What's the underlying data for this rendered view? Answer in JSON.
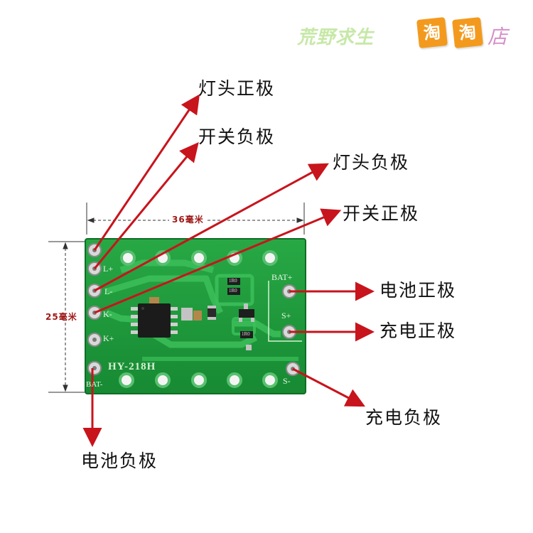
{
  "watermark": {
    "text": "荒野求生",
    "box1": "淘",
    "box2": "淘",
    "tail": "店"
  },
  "dimensions": {
    "width": "36毫米",
    "height": "25毫米"
  },
  "board": {
    "model": "HY-218H",
    "silk_bat_plus": "BAT+",
    "silk_s_plus": "S+",
    "silk_s_minus": "S-",
    "silk_bat_minus": "BAT-",
    "silk_l_plus": "L+",
    "silk_l_minus": "L-",
    "silk_k_minus": "K-",
    "silk_k_plus": "K+",
    "resistor_a": "1R0",
    "resistor_b": "1R0",
    "resistor_c": "1R0"
  },
  "labels": {
    "lamp_positive": "灯头正极",
    "switch_negative": "开关负极",
    "lamp_negative": "灯头负极",
    "switch_positive": "开关正极",
    "battery_positive": "电池正极",
    "charge_positive": "充电正极",
    "charge_negative": "充电负极",
    "battery_negative": "电池负极"
  },
  "colors": {
    "pcb": "#1f9b3c",
    "arrow": "#c8141c",
    "pad": "#d9d9d9",
    "dimension": "#a01818"
  }
}
